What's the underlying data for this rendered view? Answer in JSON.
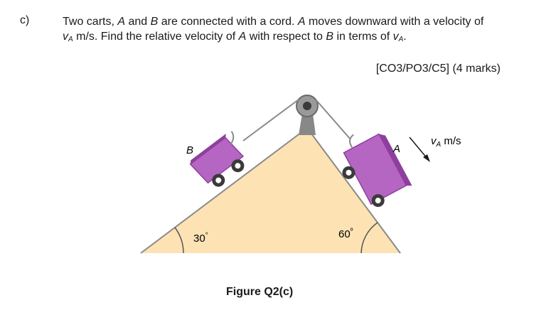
{
  "question": {
    "label": "c)",
    "text_parts": {
      "p1": "Two carts, ",
      "a1": "A",
      "p2": " and ",
      "b1": "B",
      "p3": " are connected with a cord. ",
      "a2": "A",
      "p4": " moves downward with a velocity of",
      "v1": "v",
      "v1sub": "A",
      "p5": " m/s. Find the relative velocity of ",
      "a3": "A",
      "p6": " with respect to ",
      "b2": "B",
      "p7": " in terms of ",
      "v2": "v",
      "v2sub": "A",
      "p8": "."
    },
    "marks": "[CO3/PO3/C5] (4 marks)"
  },
  "figure": {
    "label_b": "B",
    "label_a": "A",
    "velocity_v": "v",
    "velocity_sub": "A",
    "velocity_unit": " m/s",
    "angle_left": "30",
    "angle_left_deg": "°",
    "angle_right": "60",
    "angle_right_deg": "º",
    "caption": "Figure Q2(c)",
    "colors": {
      "incline": "#fde3b4",
      "incline_edge": "#8a8a8a",
      "cart": "#b565c2",
      "cart_dark": "#8e3f9e",
      "wheel": "#3a3a3a"
    }
  }
}
